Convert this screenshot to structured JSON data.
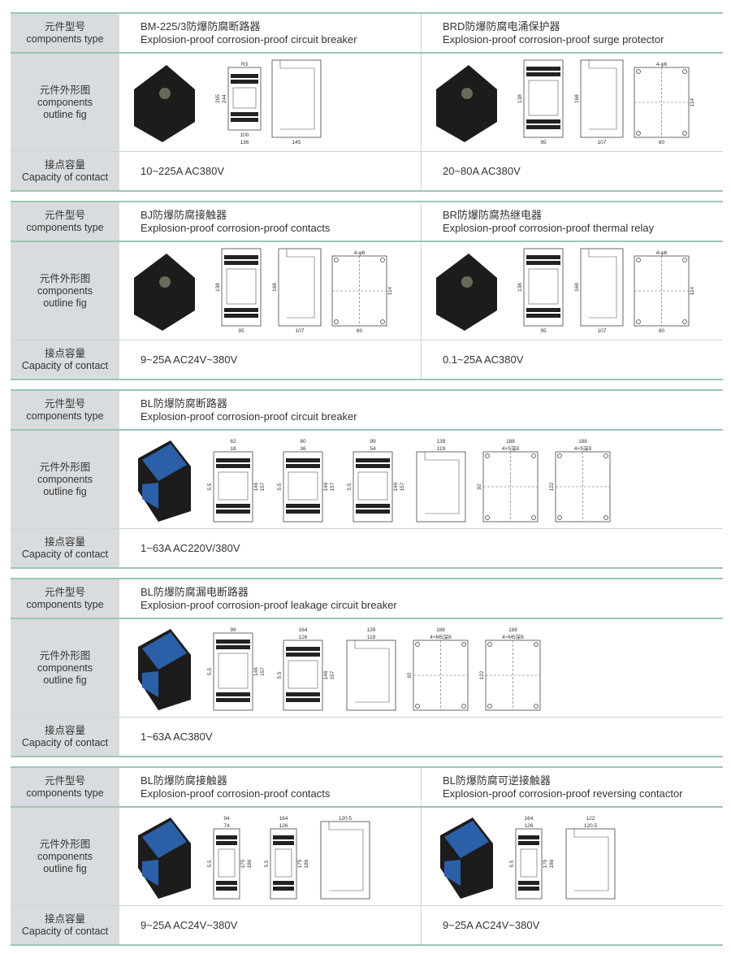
{
  "labels": {
    "type_cn": "元件型号",
    "type_en": "components type",
    "fig_cn": "元件外形图",
    "fig_en1": "components",
    "fig_en2": "outline fig",
    "cap_cn": "接点容量",
    "cap_en": "Capacity of contact"
  },
  "sections": [
    {
      "cells": [
        {
          "name_cn": "BM-225/3防爆防腐断路器",
          "name_en": "Explosion-proof corrosion-proof circuit breaker",
          "capacity": "10~225A AC380V",
          "figures": [
            {
              "type": "photo-black"
            },
            {
              "type": "front",
              "top": [
                "R3"
              ],
              "left": [
                "265",
                "244"
              ],
              "bottom": [
                "100",
                "136"
              ]
            },
            {
              "type": "side",
              "bottom": [
                "145"
              ]
            }
          ]
        },
        {
          "name_cn": "BRD防爆防腐电涌保护器",
          "name_en": "Explosion-proof corrosion-proof surge protector",
          "capacity": "20~80A AC380V",
          "figures": [
            {
              "type": "photo-black"
            },
            {
              "type": "front",
              "left": [
                "138"
              ],
              "bottom": [
                "95"
              ]
            },
            {
              "type": "side",
              "left": [
                "168"
              ],
              "bottom": [
                "107"
              ]
            },
            {
              "type": "mount",
              "top": [
                "4-φ6"
              ],
              "right": [
                "114"
              ],
              "bottom": [
                "80"
              ]
            }
          ]
        }
      ]
    },
    {
      "cells": [
        {
          "name_cn": "BJ防爆防腐接触器",
          "name_en": "Explosion-proof corrosion-proof contacts",
          "capacity": "9~25A AC24V~380V",
          "figures": [
            {
              "type": "photo-black"
            },
            {
              "type": "front",
              "left": [
                "138"
              ],
              "bottom": [
                "95"
              ]
            },
            {
              "type": "side",
              "left": [
                "168"
              ],
              "bottom": [
                "107"
              ]
            },
            {
              "type": "mount",
              "top": [
                "4-φ6"
              ],
              "right": [
                "114"
              ],
              "bottom": [
                "80"
              ]
            }
          ]
        },
        {
          "name_cn": "BR防爆防腐热继电器",
          "name_en": "Explosion-proof corrosion-proof thermal relay",
          "capacity": "0.1~25A AC380V",
          "figures": [
            {
              "type": "photo-black"
            },
            {
              "type": "front",
              "left": [
                "138"
              ],
              "bottom": [
                "95"
              ]
            },
            {
              "type": "side",
              "left": [
                "168"
              ],
              "bottom": [
                "107"
              ]
            },
            {
              "type": "mount",
              "top": [
                "4-φ6"
              ],
              "right": [
                "114"
              ],
              "bottom": [
                "80"
              ]
            }
          ]
        }
      ]
    },
    {
      "cells": [
        {
          "name_cn": "BL防爆防腐断路器",
          "name_en": "Explosion-proof corrosion-proof circuit breaker",
          "capacity": "1~63A AC220V/380V",
          "figures": [
            {
              "type": "photo-blue"
            },
            {
              "type": "front",
              "top": [
                "62",
                "18"
              ],
              "left": [
                "5.5"
              ],
              "right": [
                "146",
                "157"
              ]
            },
            {
              "type": "front",
              "top": [
                "80",
                "36"
              ],
              "left": [
                "5.5"
              ],
              "right": [
                "146",
                "157"
              ]
            },
            {
              "type": "front",
              "top": [
                "99",
                "54"
              ],
              "left": [
                "5.5"
              ],
              "right": [
                "146",
                "157"
              ]
            },
            {
              "type": "side",
              "top": [
                "139",
                "119"
              ]
            },
            {
              "type": "mount",
              "top": [
                "188",
                "4×5深8"
              ],
              "left": [
                "92"
              ]
            },
            {
              "type": "mount",
              "top": [
                "188",
                "4×5深8"
              ],
              "left": [
                "122"
              ]
            }
          ]
        }
      ]
    },
    {
      "cells": [
        {
          "name_cn": "BL防爆防腐漏电断路器",
          "name_en": "Explosion-proof corrosion-proof leakage circuit breaker",
          "capacity": "1~63A AC380V",
          "figures": [
            {
              "type": "photo-blue"
            },
            {
              "type": "front",
              "top": [
                "99"
              ],
              "left": [
                "5.5"
              ],
              "right": [
                "146",
                "157"
              ]
            },
            {
              "type": "front",
              "top": [
                "164",
                "126"
              ],
              "left": [
                "5.5"
              ],
              "right": [
                "146",
                "157"
              ]
            },
            {
              "type": "side",
              "top": [
                "139",
                "119"
              ]
            },
            {
              "type": "mount",
              "top": [
                "188",
                "4×M5深8"
              ],
              "left": [
                "92"
              ]
            },
            {
              "type": "mount",
              "top": [
                "188",
                "4×M5深8"
              ],
              "left": [
                "122"
              ]
            }
          ]
        }
      ]
    },
    {
      "cells": [
        {
          "name_cn": "BL防爆防腐接触器",
          "name_en": "Explosion-proof corrosion-proof contacts",
          "capacity": "9~25A AC24V~380V",
          "figures": [
            {
              "type": "photo-blue"
            },
            {
              "type": "front",
              "top": [
                "94",
                "74"
              ],
              "left": [
                "5.5"
              ],
              "right": [
                "175",
                "186"
              ]
            },
            {
              "type": "front",
              "top": [
                "164",
                "126"
              ],
              "left": [
                "5.5"
              ],
              "right": [
                "175",
                "186"
              ]
            },
            {
              "type": "side",
              "top": [
                "120.5"
              ]
            }
          ]
        },
        {
          "name_cn": "BL防爆防腐可逆接触器",
          "name_en": "Explosion-proof corrosion-proof reversing contactor",
          "capacity": "9~25A AC24V~380V",
          "figures": [
            {
              "type": "photo-blue"
            },
            {
              "type": "front",
              "top": [
                "164",
                "126"
              ],
              "left": [
                "5.5"
              ],
              "right": [
                "175",
                "186"
              ]
            },
            {
              "type": "side",
              "top": [
                "122",
                "120.5"
              ]
            }
          ]
        }
      ]
    }
  ]
}
